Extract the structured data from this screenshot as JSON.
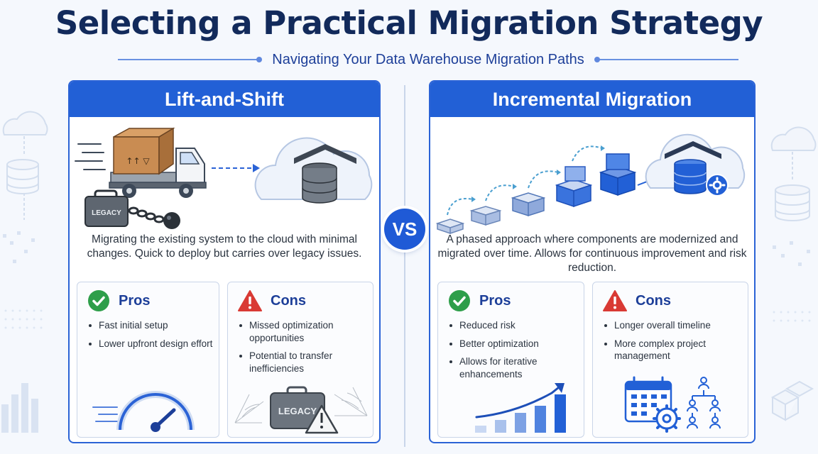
{
  "header": {
    "title": "Selecting a Practical Migration Strategy",
    "subtitle": "Navigating Your Data Warehouse Migration Paths"
  },
  "vs_label": "VS",
  "lift_and_shift": {
    "title": "Lift-and-Shift",
    "illustration_label": "LEGACY",
    "description": "Migrating the existing system to the cloud with minimal changes. Quick to deploy but carries over legacy issues.",
    "pros": {
      "title": "Pros",
      "items": [
        "Fast initial setup",
        "Lower upfront design effort"
      ]
    },
    "cons": {
      "title": "Cons",
      "items": [
        "Missed optimization opportunities",
        "Potential to transfer inefficiencies"
      ],
      "illustration_label": "LEGACY"
    }
  },
  "incremental": {
    "title": "Incremental Migration",
    "description": "A phased approach where components are modernized and migrated over time. Allows for continuous improvement and risk reduction.",
    "pros": {
      "title": "Pros",
      "items": [
        "Reduced risk",
        "Better optimization",
        "Allows for iterative enhancements"
      ]
    },
    "cons": {
      "title": "Cons",
      "items": [
        "Longer overall timeline",
        "More complex project management"
      ]
    }
  },
  "colors": {
    "primary": "#2260d6",
    "navy": "#122a5b",
    "pros_green": "#2e9e4a",
    "cons_red": "#d93a34"
  },
  "icons": [
    "check-circle-icon",
    "warning-icon",
    "truck-icon",
    "cloud-warehouse-icon",
    "speedometer-icon",
    "growth-chart-icon",
    "calendar-gear-icon",
    "org-chart-icon"
  ]
}
